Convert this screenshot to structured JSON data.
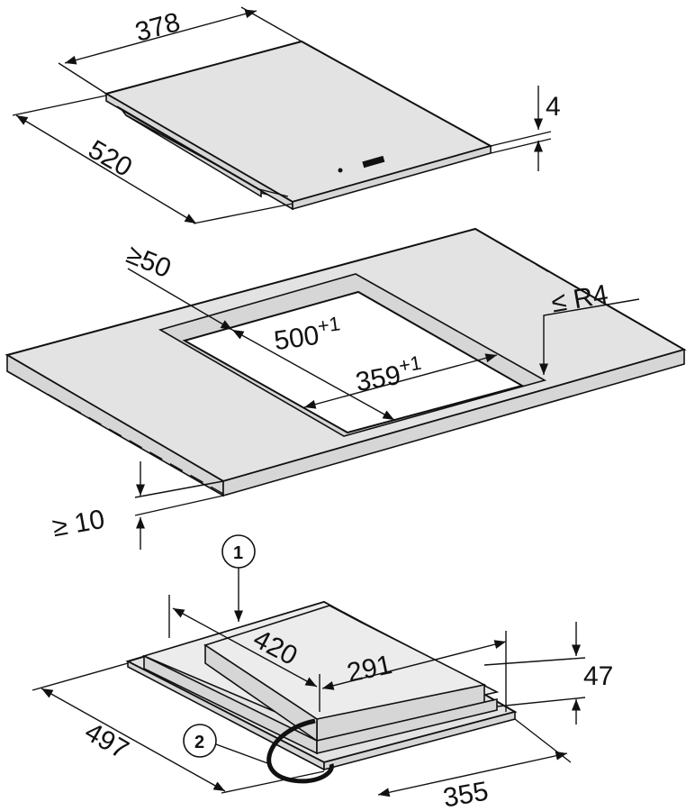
{
  "hob": {
    "width": "378",
    "depth": "520",
    "glass_thickness": "4"
  },
  "worktop": {
    "min_front_distance": "≥50",
    "cutout_depth": "500",
    "cutout_depth_tol": "+1",
    "cutout_width": "359",
    "cutout_width_tol": "+1",
    "corner_radius": "≤ R4",
    "min_thickness": "≥ 10"
  },
  "underside": {
    "callout_1": "1",
    "callout_2": "2",
    "housing_depth": "420",
    "housing_width": "291",
    "height": "47",
    "frame_depth": "497",
    "frame_width": "355"
  }
}
